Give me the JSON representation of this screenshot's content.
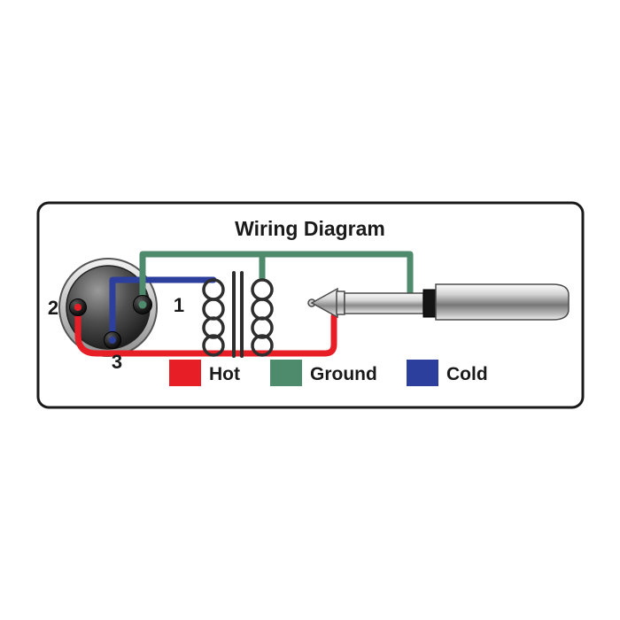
{
  "title": "Wiring Diagram",
  "colors": {
    "hot": "#e81e26",
    "ground": "#4e8a6c",
    "cold": "#2c3f9d",
    "outline": "#1a1a1a"
  },
  "xlr": {
    "pin1": "1",
    "pin2": "2",
    "pin3": "3"
  },
  "legend": {
    "hot": {
      "label": "Hot",
      "color": "#e81e26"
    },
    "ground": {
      "label": "Ground",
      "color": "#4e8a6c"
    },
    "cold": {
      "label": "Cold",
      "color": "#2c3f9d"
    }
  }
}
